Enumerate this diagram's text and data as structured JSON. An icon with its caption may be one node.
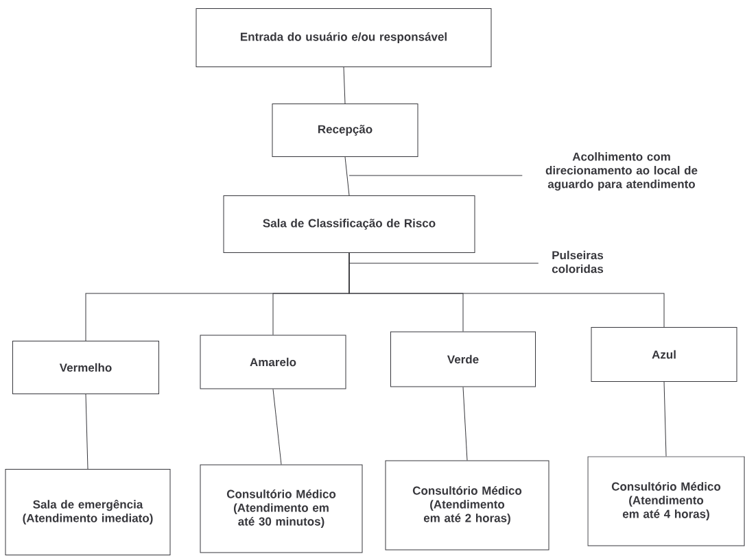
{
  "diagram": {
    "nodes": [
      {
        "text": [
          "Entrada do usuário e/ou responsável"
        ]
      },
      {
        "text": [
          "Recepção"
        ]
      },
      {
        "text": [
          "Sala de Classificação de Risco"
        ]
      },
      {
        "text": [
          "Vermelho"
        ]
      },
      {
        "text": [
          "Amarelo"
        ]
      },
      {
        "text": [
          "Verde"
        ]
      },
      {
        "text": [
          "Azul"
        ]
      },
      {
        "text": [
          "Sala de emergência (Atendimento imediato)"
        ]
      },
      {
        "text": [
          "Consultório Médico (Atendimento em até 30 minutos)"
        ]
      },
      {
        "text": [
          "Consultório Médico (Atendimento em até 2 horas)"
        ]
      },
      {
        "text": [
          "Consultório Médico (Atendimento em até 4 horas)"
        ]
      },
      {
        "text": [
          "Acolhimento com direcionamento ao local de aguardo para atendimento"
        ]
      },
      {
        "text": [
          "Pulseiras coloridas"
        ]
      }
    ],
    "edges": [
      {
        "from": 0,
        "to": 1,
        "arrow": "none"
      },
      {
        "from": 1,
        "to": 2,
        "arrow": "none"
      },
      {
        "from": 2,
        "to": 3,
        "arrow": "none"
      },
      {
        "from": 2,
        "to": 4,
        "arrow": "none"
      },
      {
        "from": 2,
        "to": 5,
        "arrow": "none"
      },
      {
        "from": 2,
        "to": 6,
        "arrow": "none"
      },
      {
        "from": 3,
        "to": 7,
        "arrow": "none"
      },
      {
        "from": 4,
        "to": 8,
        "arrow": "none"
      },
      {
        "from": 5,
        "to": 9,
        "arrow": "none"
      },
      {
        "from": 6,
        "to": 10,
        "arrow": "none"
      },
      {
        "from": 11,
        "to": null,
        "arrow": "none"
      },
      {
        "from": 12,
        "to": null,
        "arrow": "none"
      }
    ]
  }
}
